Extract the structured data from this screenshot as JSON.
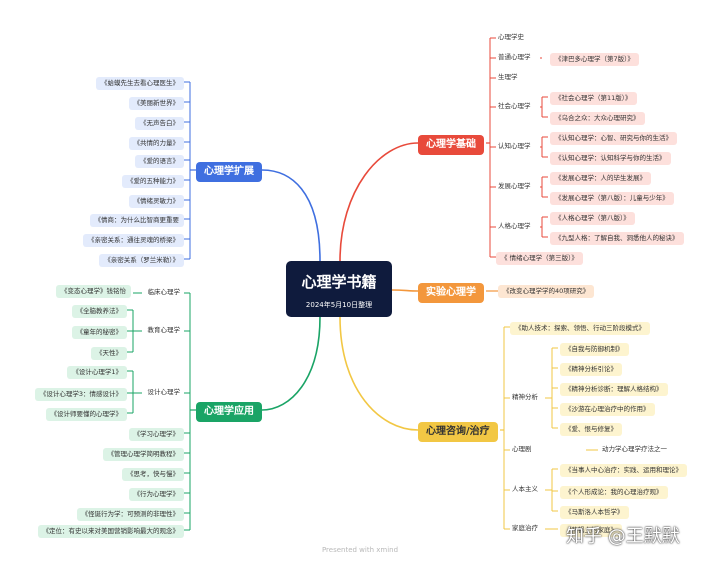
{
  "center": {
    "title": "心理学书籍",
    "subtitle": "2024年5月10日整理"
  },
  "colors": {
    "red": "#e84a3b",
    "orange": "#f3973c",
    "yellow": "#f2c744",
    "blue": "#3f6fe0",
    "green": "#1aa466",
    "red_bg": "#fde0dc",
    "yellow_bg": "#fdf4cf",
    "blue_bg": "#e3ebfc",
    "green_bg": "#dcf3e6",
    "orange_bg": "#fde6d2"
  },
  "branches": {
    "psych_foundation": {
      "label": "心理学基础",
      "children": {
        "history": {
          "label": "心理学史"
        },
        "general": {
          "label": "普通心理学",
          "items": [
            "《津巴多心理学（第7版）》"
          ]
        },
        "physio": {
          "label": "生理学"
        },
        "social": {
          "label": "社会心理学",
          "items": [
            "《社会心理学（第11版）》",
            "《乌合之众：大众心理研究》"
          ]
        },
        "cognitive": {
          "label": "认知心理学",
          "items": [
            "《认知心理学：心智、研究与你的生活》",
            "《认知心理学：认知科学与你的生活》"
          ]
        },
        "development": {
          "label": "发展心理学",
          "items": [
            "《发展心理学：人的毕生发展》",
            "《发展心理学（第八版）：儿童与少年》"
          ]
        },
        "personality": {
          "label": "人格心理学",
          "items": [
            "《人格心理学（第八版）》",
            "《九型人格：了解自我、洞悉他人的秘诀》"
          ]
        },
        "emotion": {
          "label": "《 情绪心理学（第三版）》"
        }
      }
    },
    "experimental": {
      "label": "实验心理学",
      "items": [
        "《改变心理学学的40项研究》"
      ]
    },
    "counseling": {
      "label": "心理咨询/治疗",
      "children": {
        "helping": {
          "label": "《助人技术：探索、领悟、行动三阶段模式》"
        },
        "psychoanalysis": {
          "label": "精神分析",
          "items": [
            "《自我与防御机制》",
            "《精神分析引论》",
            "《精神分析诊断：理解人格结构》",
            "《沙游在心理治疗中的作用》",
            "《爱、恨与修复》"
          ]
        },
        "psychodrama": {
          "label": "心理剧",
          "items": [
            "动力学心理学疗法之一"
          ]
        },
        "humanism": {
          "label": "人本主义",
          "items": [
            "《当事人中心治疗：实践、运用和理论》",
            "《个人形成论：我的心理治疗观》",
            "《马斯洛人本哲学》"
          ]
        },
        "family": {
          "label": "家庭治疗",
          "items": [
            "《热锅上的家庭》"
          ]
        }
      }
    },
    "extension": {
      "label": "心理学扩展",
      "items": [
        "《蛤蟆先生去看心理医生》",
        "《美丽新世界》",
        "《无声告白》",
        "《共情的力量》",
        "《爱的语言》",
        "《爱的五种能力》",
        "《情绪灵敏力》",
        "《情商：为什么比智商更重要",
        "《亲密关系：通往灵魂的桥梁》",
        "《亲密关系（罗兰米勒）》"
      ]
    },
    "application": {
      "label": "心理学应用",
      "children": {
        "clinical": {
          "label": "临床心理学",
          "items": [
            "《变态心理学》钱铭怡"
          ]
        },
        "education": {
          "label": "教育心理学",
          "items": [
            "《全脑教养法》",
            "《童年的秘密》",
            "《天性》"
          ]
        },
        "design": {
          "label": "设计心理学",
          "items": [
            "《设计心理学1》",
            "《设计心理学3：情感设计》",
            "《设计师要懂的心理学》"
          ]
        },
        "others": [
          "《学习心理学》",
          "《管理心理学简明教程》",
          "《思考，快与慢》",
          "《行为心理学》",
          "《怪诞行为学：可预测的非理性》",
          "《定位：有史以来对美国营销影响最大的观念》"
        ]
      }
    }
  },
  "footer": "Presented with xmind",
  "watermark": "知乎 @王默默"
}
